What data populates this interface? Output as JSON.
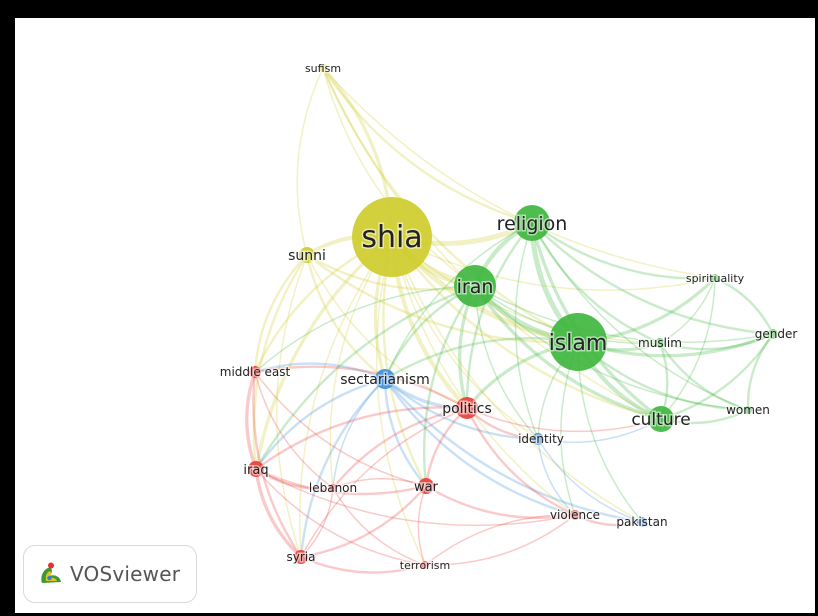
{
  "app": {
    "brand_name": "VOSviewer"
  },
  "network": {
    "clusters": {
      "red": {
        "color": "#e8413c"
      },
      "green": {
        "color": "#3fb63f"
      },
      "blue": {
        "color": "#3f8fd8"
      },
      "yellow": {
        "color": "#cfcc2e"
      }
    },
    "nodes": [
      {
        "id": "shia",
        "label": "shia",
        "cluster": "yellow"
      },
      {
        "id": "sufism",
        "label": "sufism",
        "cluster": "yellow"
      },
      {
        "id": "sunni",
        "label": "sunni",
        "cluster": "yellow"
      },
      {
        "id": "religion",
        "label": "religion",
        "cluster": "green"
      },
      {
        "id": "iran",
        "label": "iran",
        "cluster": "green"
      },
      {
        "id": "islam",
        "label": "islam",
        "cluster": "green"
      },
      {
        "id": "spirituality",
        "label": "spirituality",
        "cluster": "green"
      },
      {
        "id": "gender",
        "label": "gender",
        "cluster": "green"
      },
      {
        "id": "muslim",
        "label": "muslim",
        "cluster": "green"
      },
      {
        "id": "women",
        "label": "women",
        "cluster": "green"
      },
      {
        "id": "culture",
        "label": "culture",
        "cluster": "green"
      },
      {
        "id": "sectarianism",
        "label": "sectarianism",
        "cluster": "blue"
      },
      {
        "id": "identity",
        "label": "identity",
        "cluster": "blue"
      },
      {
        "id": "pakistan",
        "label": "pakistan",
        "cluster": "blue"
      },
      {
        "id": "middle_east",
        "label": "middle east",
        "cluster": "red"
      },
      {
        "id": "politics",
        "label": "politics",
        "cluster": "red"
      },
      {
        "id": "iraq",
        "label": "iraq",
        "cluster": "red"
      },
      {
        "id": "lebanon",
        "label": "lebanon",
        "cluster": "red"
      },
      {
        "id": "war",
        "label": "war",
        "cluster": "red"
      },
      {
        "id": "violence",
        "label": "violence",
        "cluster": "red"
      },
      {
        "id": "syria",
        "label": "syria",
        "cluster": "red"
      },
      {
        "id": "terrorism",
        "label": "terrorism",
        "cluster": "red"
      }
    ],
    "links": [
      [
        "shia",
        "sufism",
        3
      ],
      [
        "shia",
        "sunni",
        4
      ],
      [
        "shia",
        "religion",
        5
      ],
      [
        "shia",
        "iran",
        7
      ],
      [
        "shia",
        "islam",
        5
      ],
      [
        "shia",
        "sectarianism",
        3
      ],
      [
        "shia",
        "politics",
        4
      ],
      [
        "shia",
        "middle_east",
        2
      ],
      [
        "shia",
        "iraq",
        3
      ],
      [
        "shia",
        "war",
        2
      ],
      [
        "shia",
        "culture",
        2
      ],
      [
        "shia",
        "identity",
        1
      ],
      [
        "shia",
        "lebanon",
        1
      ],
      [
        "shia",
        "syria",
        1
      ],
      [
        "shia",
        "spirituality",
        1
      ],
      [
        "shia",
        "muslim",
        1
      ],
      [
        "shia",
        "terrorism",
        1
      ],
      [
        "shia",
        "violence",
        1
      ],
      [
        "shia",
        "pakistan",
        1
      ],
      [
        "sufism",
        "religion",
        2
      ],
      [
        "sufism",
        "islam",
        2
      ],
      [
        "sufism",
        "iran",
        1
      ],
      [
        "sufism",
        "culture",
        1
      ],
      [
        "sufism",
        "sunni",
        1
      ],
      [
        "sufism",
        "spirituality",
        1
      ],
      [
        "sunni",
        "iraq",
        2
      ],
      [
        "sunni",
        "middle_east",
        2
      ],
      [
        "sunni",
        "sectarianism",
        2
      ],
      [
        "sunni",
        "islam",
        2
      ],
      [
        "sunni",
        "iran",
        2
      ],
      [
        "sunni",
        "politics",
        1
      ],
      [
        "sunni",
        "syria",
        1
      ],
      [
        "religion",
        "iran",
        4
      ],
      [
        "religion",
        "islam",
        5
      ],
      [
        "religion",
        "culture",
        3
      ],
      [
        "religion",
        "spirituality",
        2
      ],
      [
        "religion",
        "gender",
        2
      ],
      [
        "religion",
        "muslim",
        2
      ],
      [
        "religion",
        "women",
        1
      ],
      [
        "religion",
        "politics",
        2
      ],
      [
        "religion",
        "identity",
        1
      ],
      [
        "religion",
        "sectarianism",
        1
      ],
      [
        "iran",
        "islam",
        5
      ],
      [
        "iran",
        "culture",
        3
      ],
      [
        "iran",
        "politics",
        3
      ],
      [
        "iran",
        "sectarianism",
        2
      ],
      [
        "iran",
        "war",
        2
      ],
      [
        "iran",
        "iraq",
        2
      ],
      [
        "iran",
        "middle_east",
        1
      ],
      [
        "iran",
        "identity",
        1
      ],
      [
        "iran",
        "muslim",
        1
      ],
      [
        "iran",
        "women",
        1
      ],
      [
        "iran",
        "gender",
        1
      ],
      [
        "islam",
        "culture",
        4
      ],
      [
        "islam",
        "muslim",
        3
      ],
      [
        "islam",
        "spirituality",
        3
      ],
      [
        "islam",
        "gender",
        3
      ],
      [
        "islam",
        "women",
        2
      ],
      [
        "islam",
        "politics",
        3
      ],
      [
        "islam",
        "sectarianism",
        2
      ],
      [
        "islam",
        "identity",
        1
      ],
      [
        "islam",
        "violence",
        1
      ],
      [
        "islam",
        "pakistan",
        1
      ],
      [
        "muslim",
        "gender",
        2
      ],
      [
        "muslim",
        "women",
        2
      ],
      [
        "muslim",
        "spirituality",
        1
      ],
      [
        "culture",
        "women",
        2
      ],
      [
        "culture",
        "gender",
        2
      ],
      [
        "culture",
        "muslim",
        2
      ],
      [
        "culture",
        "spirituality",
        1
      ],
      [
        "gender",
        "women",
        2
      ],
      [
        "gender",
        "spirituality",
        2
      ],
      [
        "sectarianism",
        "identity",
        2
      ],
      [
        "sectarianism",
        "politics",
        3
      ],
      [
        "sectarianism",
        "middle_east",
        2
      ],
      [
        "sectarianism",
        "iraq",
        2
      ],
      [
        "sectarianism",
        "war",
        2
      ],
      [
        "sectarianism",
        "violence",
        2
      ],
      [
        "sectarianism",
        "pakistan",
        2
      ],
      [
        "sectarianism",
        "lebanon",
        1
      ],
      [
        "sectarianism",
        "syria",
        2
      ],
      [
        "politics",
        "identity",
        2
      ],
      [
        "politics",
        "war",
        2
      ],
      [
        "politics",
        "iraq",
        2
      ],
      [
        "politics",
        "lebanon",
        2
      ],
      [
        "politics",
        "middle_east",
        2
      ],
      [
        "politics",
        "violence",
        2
      ],
      [
        "politics",
        "syria",
        1
      ],
      [
        "politics",
        "culture",
        1
      ],
      [
        "middle_east",
        "iraq",
        3
      ],
      [
        "middle_east",
        "syria",
        2
      ],
      [
        "middle_east",
        "lebanon",
        1
      ],
      [
        "middle_east",
        "war",
        1
      ],
      [
        "iraq",
        "syria",
        3
      ],
      [
        "iraq",
        "war",
        2
      ],
      [
        "iraq",
        "lebanon",
        2
      ],
      [
        "iraq",
        "terrorism",
        1
      ],
      [
        "iraq",
        "violence",
        1
      ],
      [
        "syria",
        "war",
        2
      ],
      [
        "syria",
        "terrorism",
        2
      ],
      [
        "syria",
        "lebanon",
        1
      ],
      [
        "war",
        "lebanon",
        1
      ],
      [
        "war",
        "terrorism",
        1
      ],
      [
        "war",
        "violence",
        2
      ],
      [
        "violence",
        "pakistan",
        2
      ],
      [
        "violence",
        "terrorism",
        1
      ],
      [
        "identity",
        "pakistan",
        1
      ],
      [
        "identity",
        "culture",
        1
      ],
      [
        "identity",
        "violence",
        1
      ],
      [
        "lebanon",
        "terrorism",
        1
      ],
      [
        "terrorism",
        "violence",
        1
      ]
    ]
  }
}
